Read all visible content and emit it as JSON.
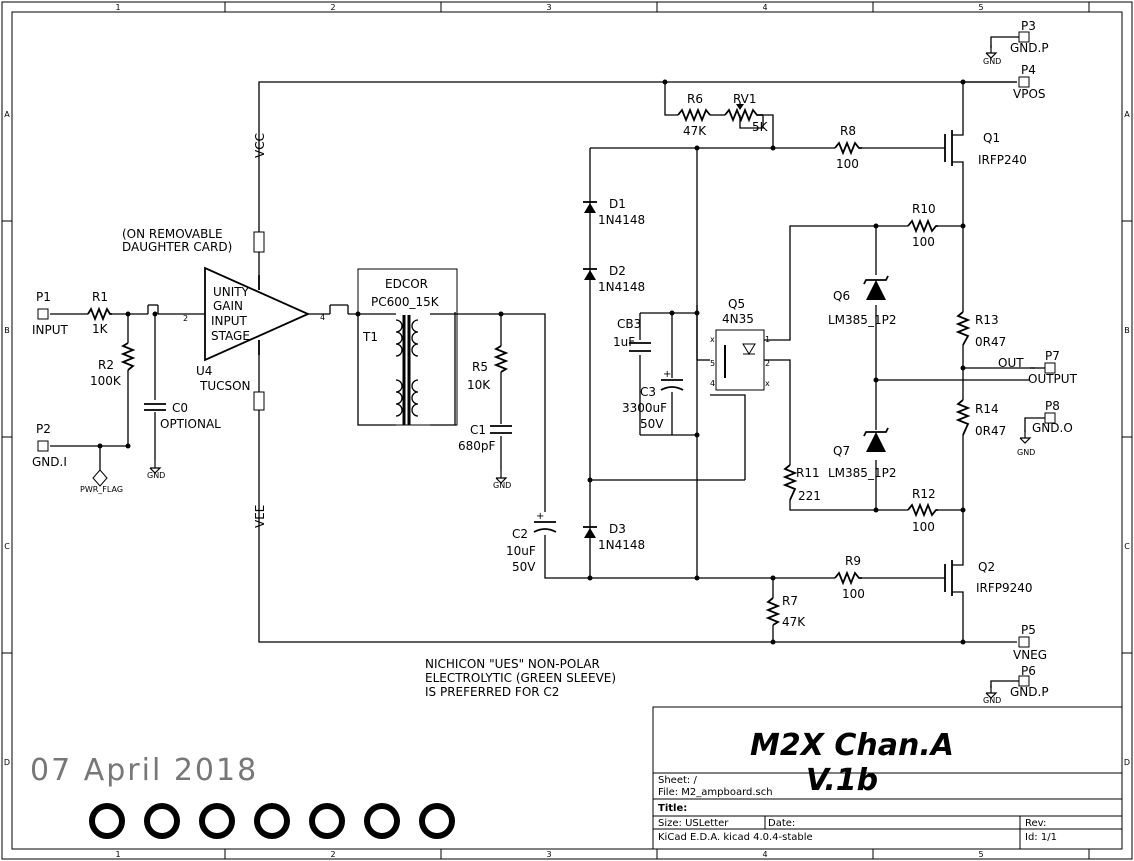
{
  "border": {
    "cols": [
      "1",
      "2",
      "3",
      "4",
      "5"
    ],
    "rows": [
      "A",
      "B",
      "C",
      "D"
    ]
  },
  "title_block": {
    "title_line1": "M2X Chan.A",
    "title_line2": "V.1b",
    "sheet": "Sheet: /",
    "file": "File: M2_ampboard.sch",
    "title_label": "Title:",
    "size": "Size: USLetter",
    "date_label": "Date:",
    "rev_label": "Rev:",
    "tool": "KiCad E.D.A.  kicad 4.0.4-stable",
    "id": "Id: 1/1"
  },
  "date_stamp": "07 April 2018",
  "note_daughter": [
    "(ON REMOVABLE",
    "DAUGHTER CARD)"
  ],
  "note_c2": [
    "NICHICON \"UES\" NON-POLAR",
    "ELECTROLYTIC (GREEN SLEEVE)",
    "IS PREFERRED FOR C2"
  ],
  "rails": {
    "vcc": "VCC",
    "vee": "VEE"
  },
  "parts": {
    "p1": {
      "ref": "P1",
      "value": "INPUT"
    },
    "p2": {
      "ref": "P2",
      "value": "GND.I"
    },
    "p3": {
      "ref": "P3",
      "value": "GND.P"
    },
    "p4": {
      "ref": "P4",
      "value": "VPOS"
    },
    "p5": {
      "ref": "P5",
      "value": "VNEG"
    },
    "p6": {
      "ref": "P6",
      "value": "GND.P"
    },
    "p7": {
      "ref": "P7",
      "value": "OUTPUT"
    },
    "p8": {
      "ref": "P8",
      "value": "GND.O"
    },
    "r1": {
      "ref": "R1",
      "value": "1K"
    },
    "r2": {
      "ref": "R2",
      "value": "100K"
    },
    "c0": {
      "ref": "C0",
      "value": "OPTIONAL"
    },
    "u4": {
      "ref": "U4",
      "value": "TUCSON",
      "lines": [
        "UNITY",
        "GAIN",
        "INPUT",
        "STAGE"
      ]
    },
    "t1": {
      "ref": "T1",
      "value_a": "EDCOR",
      "value_b": "PC600_15K"
    },
    "r5": {
      "ref": "R5",
      "value": "10K"
    },
    "c1": {
      "ref": "C1",
      "value": "680pF"
    },
    "c2": {
      "ref": "C2",
      "value": "10uF",
      "value2": "50V"
    },
    "r6": {
      "ref": "R6",
      "value": "47K"
    },
    "rv1": {
      "ref": "RV1",
      "value": "5K"
    },
    "r8": {
      "ref": "R8",
      "value": "100"
    },
    "q1": {
      "ref": "Q1",
      "value": "IRFP240"
    },
    "d1": {
      "ref": "D1",
      "value": "1N4148"
    },
    "d2": {
      "ref": "D2",
      "value": "1N4148"
    },
    "d3": {
      "ref": "D3",
      "value": "1N4148"
    },
    "cb3": {
      "ref": "CB3",
      "value": "1uF"
    },
    "c3": {
      "ref": "C3",
      "value": "3300uF",
      "value2": "50V"
    },
    "q5": {
      "ref": "Q5",
      "value": "4N35"
    },
    "r10": {
      "ref": "R10",
      "value": "100"
    },
    "q6": {
      "ref": "Q6",
      "value": "LM385_1P2"
    },
    "r13": {
      "ref": "R13",
      "value": "0R47"
    },
    "out_net": "OUT",
    "r14": {
      "ref": "R14",
      "value": "0R47"
    },
    "q7": {
      "ref": "Q7",
      "value": "LM385_1P2"
    },
    "r11": {
      "ref": "R11",
      "value": "221"
    },
    "r12": {
      "ref": "R12",
      "value": "100"
    },
    "r9": {
      "ref": "R9",
      "value": "100"
    },
    "q2": {
      "ref": "Q2",
      "value": "IRFP9240"
    },
    "r7": {
      "ref": "R7",
      "value": "47K"
    },
    "pwr_flag": "PWR_FLAG",
    "gnd": "GND"
  }
}
